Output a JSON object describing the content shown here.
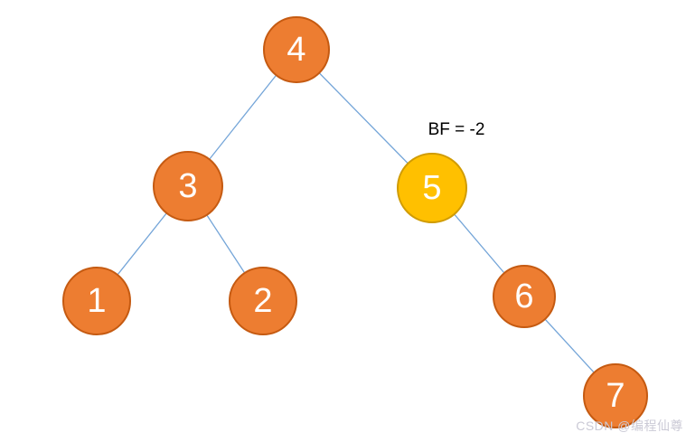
{
  "diagram": {
    "type": "binary-tree",
    "description": "AVL tree with unbalanced node highlighted",
    "nodes": [
      {
        "id": "n4",
        "label": "4",
        "level": 0,
        "fill": "#ed7d31",
        "highlighted": false
      },
      {
        "id": "n3",
        "label": "3",
        "level": 1,
        "fill": "#ed7d31",
        "highlighted": false
      },
      {
        "id": "n5",
        "label": "5",
        "level": 1,
        "fill": "#ffc000",
        "highlighted": true
      },
      {
        "id": "n1",
        "label": "1",
        "level": 2,
        "fill": "#ed7d31",
        "highlighted": false
      },
      {
        "id": "n2",
        "label": "2",
        "level": 2,
        "fill": "#ed7d31",
        "highlighted": false
      },
      {
        "id": "n6",
        "label": "6",
        "level": 2,
        "fill": "#ed7d31",
        "highlighted": false
      },
      {
        "id": "n7",
        "label": "7",
        "level": 3,
        "fill": "#ed7d31",
        "highlighted": false
      }
    ],
    "edges": [
      {
        "from": "4",
        "to": "3"
      },
      {
        "from": "4",
        "to": "5"
      },
      {
        "from": "3",
        "to": "1"
      },
      {
        "from": "3",
        "to": "2"
      },
      {
        "from": "5",
        "to": "6"
      },
      {
        "from": "6",
        "to": "7"
      }
    ],
    "annotation": {
      "text": "BF = -2",
      "target_node": "5"
    },
    "colors": {
      "node_fill_orange": "#ed7d31",
      "node_border_orange": "#c55a11",
      "node_fill_gold": "#ffc000",
      "node_border_gold": "#d09b00",
      "edge_line": "#74a5d8",
      "node_text": "#ffffff",
      "annotation_text": "#000000",
      "watermark_text": "#cbcad6"
    }
  },
  "watermark": {
    "text": "CSDN @编程仙尊"
  }
}
